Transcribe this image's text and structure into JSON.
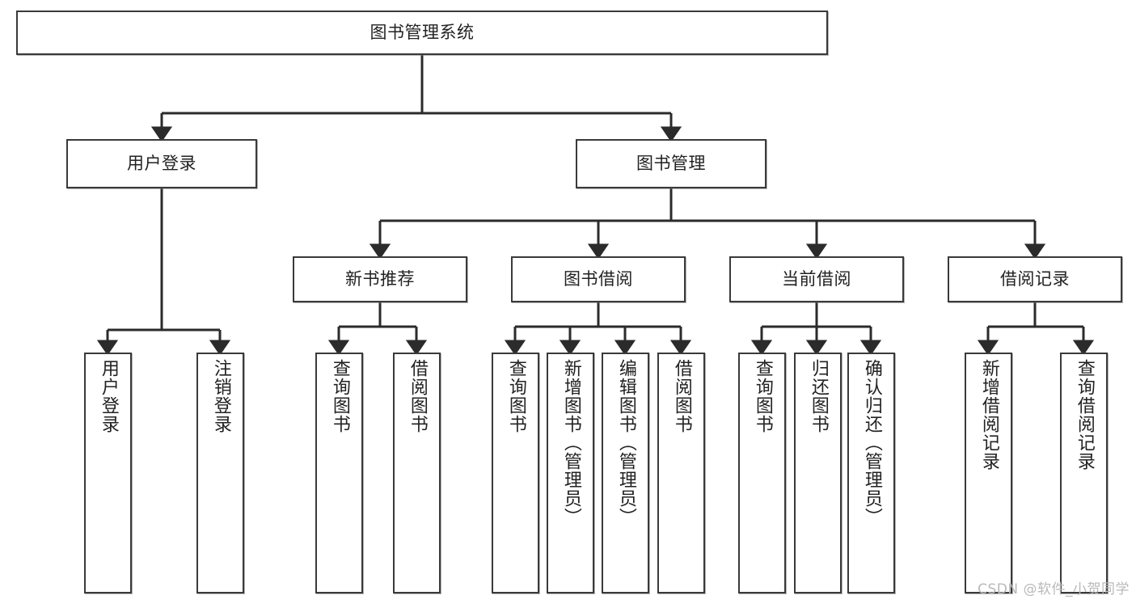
{
  "diagram": {
    "title": "图书管理系统",
    "type": "tree-hierarchy-chart",
    "colors": {
      "box_border": "#3a3a3a",
      "box_fill": "#ffffff",
      "connector": "#2b2b2b",
      "text": "#222222",
      "watermark": "#b9b9b9"
    },
    "root": {
      "label": "图书管理系统",
      "orientation": "horizontal"
    },
    "level2": [
      {
        "label": "用户登录",
        "orientation": "horizontal"
      },
      {
        "label": "图书管理",
        "orientation": "horizontal"
      }
    ],
    "level3": [
      {
        "label": "新书推荐",
        "orientation": "horizontal"
      },
      {
        "label": "图书借阅",
        "orientation": "horizontal"
      },
      {
        "label": "当前借阅",
        "orientation": "horizontal"
      },
      {
        "label": "借阅记录",
        "orientation": "horizontal"
      }
    ],
    "leaves": {
      "user_login": [
        {
          "label": "用户登录",
          "orientation": "vertical"
        },
        {
          "label": "注销登录",
          "orientation": "vertical"
        }
      ],
      "new_book_recommend": [
        {
          "label": "查询图书",
          "orientation": "vertical"
        },
        {
          "label": "借阅图书",
          "orientation": "vertical"
        }
      ],
      "book_borrow": [
        {
          "label": "查询图书",
          "orientation": "vertical"
        },
        {
          "label": "新增图书（管理员）",
          "orientation": "vertical"
        },
        {
          "label": "编辑图书（管理员）",
          "orientation": "vertical"
        },
        {
          "label": "借阅图书",
          "orientation": "vertical"
        }
      ],
      "current_borrow": [
        {
          "label": "查询图书",
          "orientation": "vertical"
        },
        {
          "label": "归还图书",
          "orientation": "vertical"
        },
        {
          "label": "确认归还（管理员）",
          "orientation": "vertical"
        }
      ],
      "borrow_record": [
        {
          "label": "新增借阅记录",
          "orientation": "vertical"
        },
        {
          "label": "查询借阅记录",
          "orientation": "vertical"
        }
      ]
    }
  },
  "watermark": {
    "text": "CSDN @软件_小贺同学"
  }
}
